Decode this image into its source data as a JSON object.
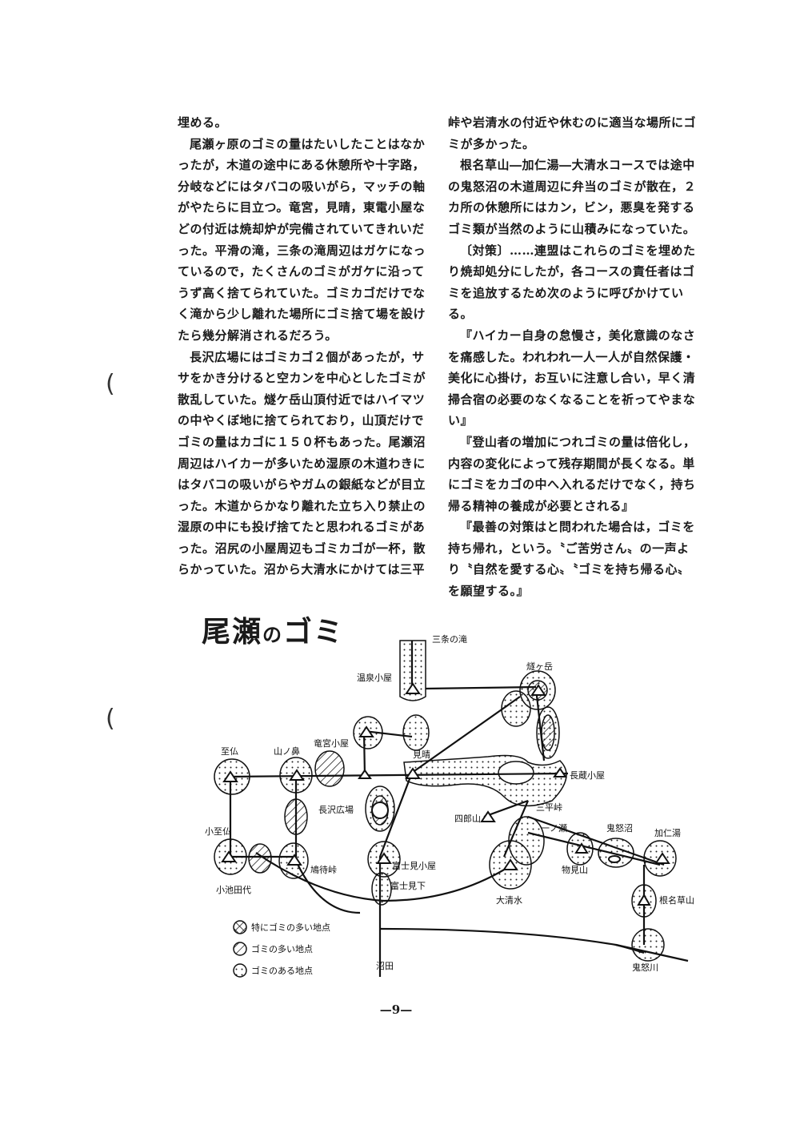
{
  "left_column": [
    {
      "indent": false,
      "text": "埋める。"
    },
    {
      "indent": true,
      "text": "尾瀬ヶ原のゴミの量はたいしたことはなかったが，木道の途中にある休憩所や十字路，分岐などにはタバコの吸いがら，マッチの軸がやたらに目立つ。竜宮，見晴，東電小屋などの付近は焼却炉が完備されていてきれいだった。平滑の滝，三条の滝周辺はガケになっているので，たくさんのゴミがガケに沿ってうず高く捨てられていた。ゴミカゴだけでなく滝から少し離れた場所にゴミ捨て場を設けたら幾分解消されるだろう。"
    },
    {
      "indent": true,
      "text": "長沢広場にはゴミカゴ２個があったが，ササをかき分けると空カンを中心としたゴミが散乱していた。燧ケ岳山頂付近ではハイマツの中やくぼ地に捨てられており，山頂だけでゴミの量はカゴに１５０杯もあった。尾瀬沼周辺はハイカーが多いため湿原の木道わきにはタバコの吸いがらやガムの銀紙などが目立った。木道からかなり離れた立ち入り禁止の湿原の中にも投げ捨てたと思われるゴミがあった。沼尻の小屋周辺もゴミカゴが一杯，散らかっていた。沼から大清水にかけては三平"
    }
  ],
  "right_column": [
    {
      "indent": false,
      "text": "峠や岩清水の付近や休むのに適当な場所にゴミが多かった。"
    },
    {
      "indent": true,
      "text": "根名草山―加仁湯―大清水コースでは途中の鬼怒沼の木道周辺に弁当のゴミが散在，２カ所の休憩所にはカン，ビン，悪臭を発するゴミ類が当然のように山積みになっていた。"
    },
    {
      "indent": true,
      "text": "〔対策〕……連盟はこれらのゴミを埋めたり焼却処分にしたが，各コースの責任者はゴミを追放するため次のように呼びかけている。"
    },
    {
      "indent": true,
      "text": "『ハイカー自身の怠慢さ，美化意識のなさを痛感した。われわれ一人一人が自然保護・美化に心掛け，お互いに注意し合い，早く清掃合宿の必要のなくなることを祈ってやまない』"
    },
    {
      "indent": true,
      "text": "『登山者の増加につれゴミの量は倍化し，内容の変化によって残存期間が長くなる。単にゴミをカゴの中へ入れるだけでなく，持ち帰る精神の養成が必要とされる』"
    },
    {
      "indent": true,
      "text": "『最善の対策はと問われた場合は，ゴミを持ち帰れ，という。〝ご苦労さん〟の一声より〝自然を愛する心〟〝ゴミを持ち帰る心〟を願望する。』"
    }
  ],
  "map": {
    "title_main": "尾瀬",
    "title_small": "の",
    "title_end": "ゴミ",
    "labels": {
      "sanjo": "三条の滝",
      "onsen_goya": "温泉小屋",
      "hiuchi": "燧ヶ岳",
      "shibutsu": "至仏",
      "yamanohana": "山ノ鼻",
      "ryugu": "竜宮小屋",
      "miharashi": "見晴",
      "nagazawa": "長沢広場",
      "choizo": "長蔵小屋",
      "sanpei": "三平峠",
      "shibutsuyama": "四郎山",
      "kosabutsu": "小至仏",
      "hatomachi": "鳩待峠",
      "fujimi_goya": "富士見小屋",
      "fujimishita": "富士見下",
      "ippei": "一ノ瀬",
      "oshimizu": "大清水",
      "kinunuma": "鬼怒沼",
      "kanimata": "加仁湯",
      "monomi": "物見山",
      "nenagusa": "根名草山",
      "numata": "沼田",
      "kinugawa": "鬼怒川",
      "ojika": "小池田代"
    },
    "legend": [
      {
        "symbol": "crosshatch",
        "text": "特にゴミの多い地点"
      },
      {
        "symbol": "hatch",
        "text": "ゴミの多い地点"
      },
      {
        "symbol": "dots",
        "text": "ゴミのある地点"
      }
    ]
  },
  "page_number": "—9—"
}
